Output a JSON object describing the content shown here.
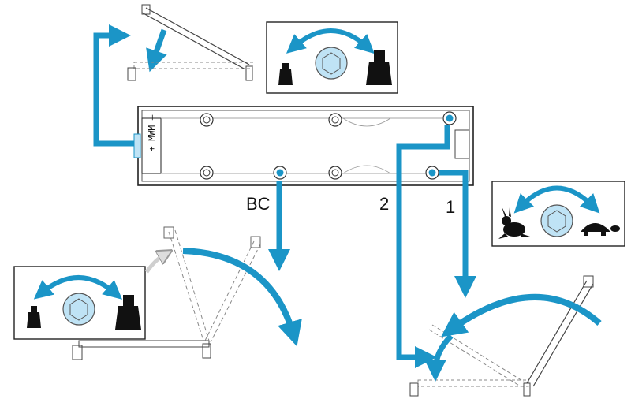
{
  "labels": {
    "bc": "BC",
    "valve_2": "2",
    "valve_1": "1",
    "spring_marking": "+ MWM –"
  },
  "icons": {
    "closing_force_top": [
      "weight-small-icon",
      "adjust-nut-icon",
      "weight-large-icon"
    ],
    "speed_panel": [
      "rabbit-icon",
      "adjust-nut-icon",
      "turtle-icon"
    ],
    "backcheck_panel": [
      "weight-small-icon",
      "adjust-nut-icon",
      "weight-large-icon"
    ]
  },
  "colors": {
    "arrow": "#1b95c7",
    "nut_fill": "#bfe3f5",
    "line": "#222222",
    "dashed": "#888888"
  }
}
